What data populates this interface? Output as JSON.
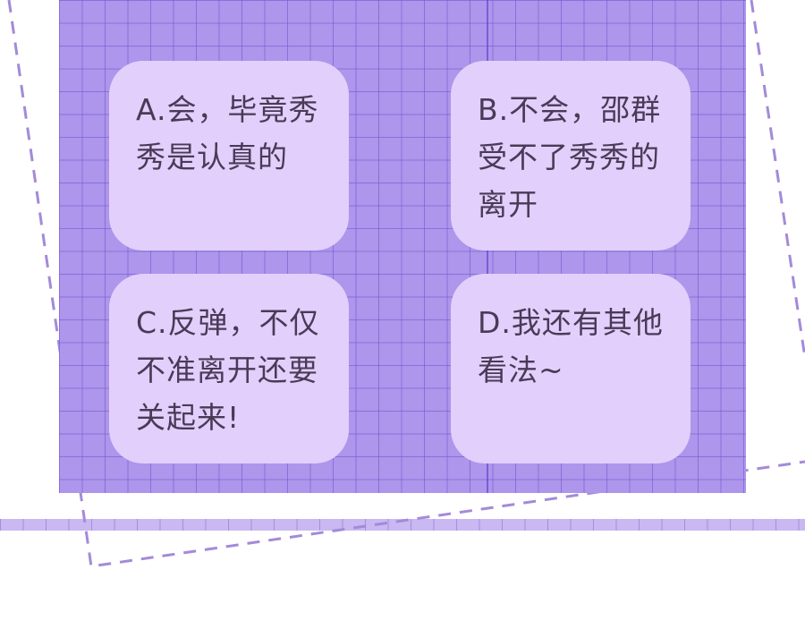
{
  "options": [
    {
      "key": "A",
      "text": "A.会，毕竟秀\n秀是认真的"
    },
    {
      "key": "B",
      "text": "B.不会，邵群\n受不了秀秀的\n离开"
    },
    {
      "key": "C",
      "text": "C.反弹，不仅\n不准离开还要\n关起来!"
    },
    {
      "key": "D",
      "text": "D.我还有其他\n看法~"
    }
  ],
  "colors": {
    "grid_background": "#ad96eb",
    "card_background": "#e3cffb",
    "text": "#4a3a57",
    "dashed_frame": "#a48ad8"
  }
}
